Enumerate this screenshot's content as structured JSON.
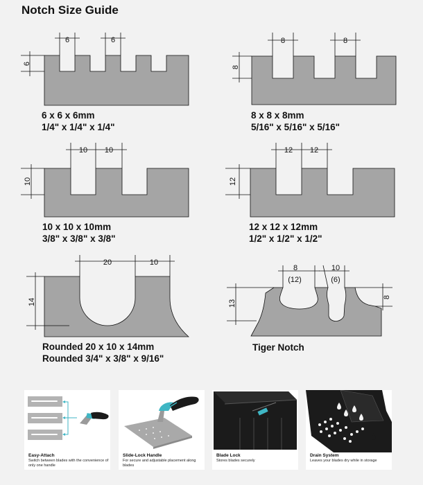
{
  "title": "Notch Size Guide",
  "notches": [
    {
      "id": "6mm",
      "dims": [
        "6",
        "6",
        "6"
      ],
      "caption_mm": "6 x 6 x 6mm",
      "caption_in": "1/4\" x 1/4\" x 1/4\""
    },
    {
      "id": "8mm",
      "dims": [
        "8",
        "8",
        "8"
      ],
      "caption_mm": "8 x 8 x 8mm",
      "caption_in": "5/16\" x 5/16\" x 5/16\""
    },
    {
      "id": "10mm",
      "dims": [
        "10",
        "10",
        "10"
      ],
      "caption_mm": "10 x 10 x 10mm",
      "caption_in": "3/8\" x 3/8\" x 3/8\""
    },
    {
      "id": "12mm",
      "dims": [
        "12",
        "12",
        "12"
      ],
      "caption_mm": "12 x 12 x 12mm",
      "caption_in": "1/2\" x 1/2\" x 1/2\""
    },
    {
      "id": "rounded",
      "dims": [
        "20",
        "10",
        "14"
      ],
      "caption_mm": "Rounded 20 x 10 x 14mm",
      "caption_in": "Rounded 3/4\" x 3/8\" x 9/16\""
    },
    {
      "id": "tiger",
      "dims": [
        "8",
        "(12)",
        "10",
        "(6)",
        "13",
        "8"
      ],
      "caption_mm": "Tiger Notch"
    }
  ],
  "features": [
    {
      "title": "Easy-Attach",
      "desc": "Switch between blades with the convenience of only one handle"
    },
    {
      "title": "Slide-Lock Handle",
      "desc": "For secure and adjustable placement along blades"
    },
    {
      "title": "Blade Lock",
      "desc": "Stores blades securely"
    },
    {
      "title": "Drain System",
      "desc": "Leaves your blades dry while in storage"
    }
  ],
  "colors": {
    "blade": "#a5a5a5",
    "accent": "#3fb6c4",
    "dark": "#1b1b1b"
  }
}
